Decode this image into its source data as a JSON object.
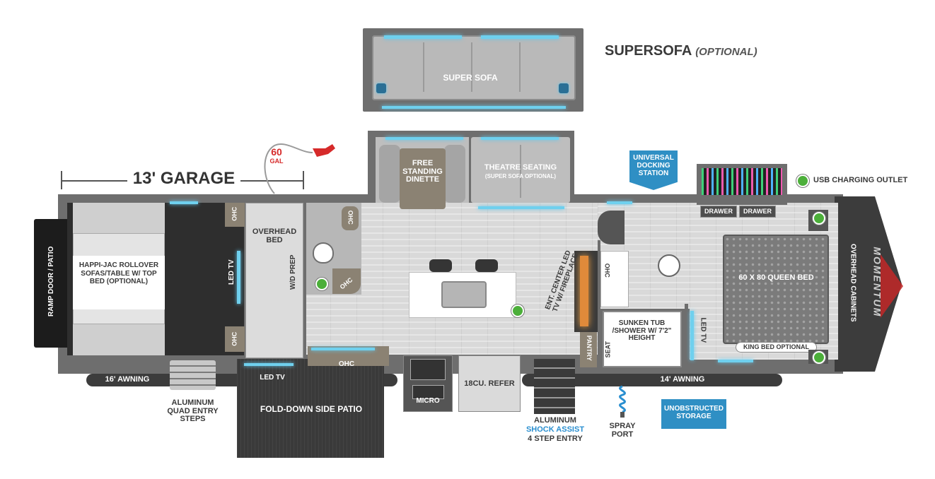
{
  "supersofa_title": "SUPERSOFA",
  "supersofa_optional": "(OPTIONAL)",
  "super_sofa": "SUPER SOFA",
  "garage": "13' GARAGE",
  "fuel_amount": "60",
  "fuel_unit": "GAL",
  "free_standing_dinette": "FREE STANDING DINETTE",
  "theatre_seating": "THEATRE SEATING",
  "theatre_seating_note": "(SUPER SOFA OPTIONAL)",
  "universal_docking_station": "UNIVERSAL DOCKING STATION",
  "usb_charging_outlet": "USB CHARGING OUTLET",
  "drawer_left": "DRAWER",
  "drawer_right": "DRAWER",
  "ramp_door": "RAMP DOOR / PATIO",
  "happi_jac": "HAPPI-JAC ROLLOVER SOFAS/TABLE w/ TOP BED (OPTIONAL)",
  "led_tv_garage": "LED TV",
  "ohc": "OHC",
  "overhead_bed": "OVERHEAD BED",
  "wd_prep": "W/D PREP",
  "ent_center": "ENT. CENTER LED TV w/ FIREPLACE",
  "pantry": "PANTRY",
  "sunken_tub": "SUNKEN TUB /SHOWER w/ 7'2\" HEIGHT",
  "seat": "SEAT",
  "led_tv_bedroom": "LED TV",
  "queen_bed": "60 x 80 QUEEN BED",
  "king_bed_optional": "KING BED OPTIONAL",
  "overhead_cabinets": "OVERHEAD CABINETS",
  "brand": "MOMENTUM",
  "awning_16": "16' AWNING",
  "awning_14": "14' AWNING",
  "led_tv_patio": "LED TV",
  "fold_down_patio": "FOLD-DOWN SIDE PATIO",
  "aluminum_quad_steps": "ALUMINUM QUAD ENTRY STEPS",
  "micro": "MICRO",
  "refer": "18CU. REFER",
  "aluminum": "ALUMINUM",
  "shock_assist": "SHOCK ASSIST",
  "four_step_entry": "4 STEP ENTRY",
  "spray_port": "SPRAY PORT",
  "unobstructed_storage": "UNOBSTRUCTED STORAGE",
  "colors": {
    "wall": "#6e6e6e",
    "floor": "#d9d9d9",
    "cabinet": "#8b8273",
    "led": "#6fd0ee",
    "badge": "#2f8fc4",
    "green": "#4caf3a",
    "fuel_red": "#d62a2a",
    "shock_blue": "#2a8fd0"
  }
}
